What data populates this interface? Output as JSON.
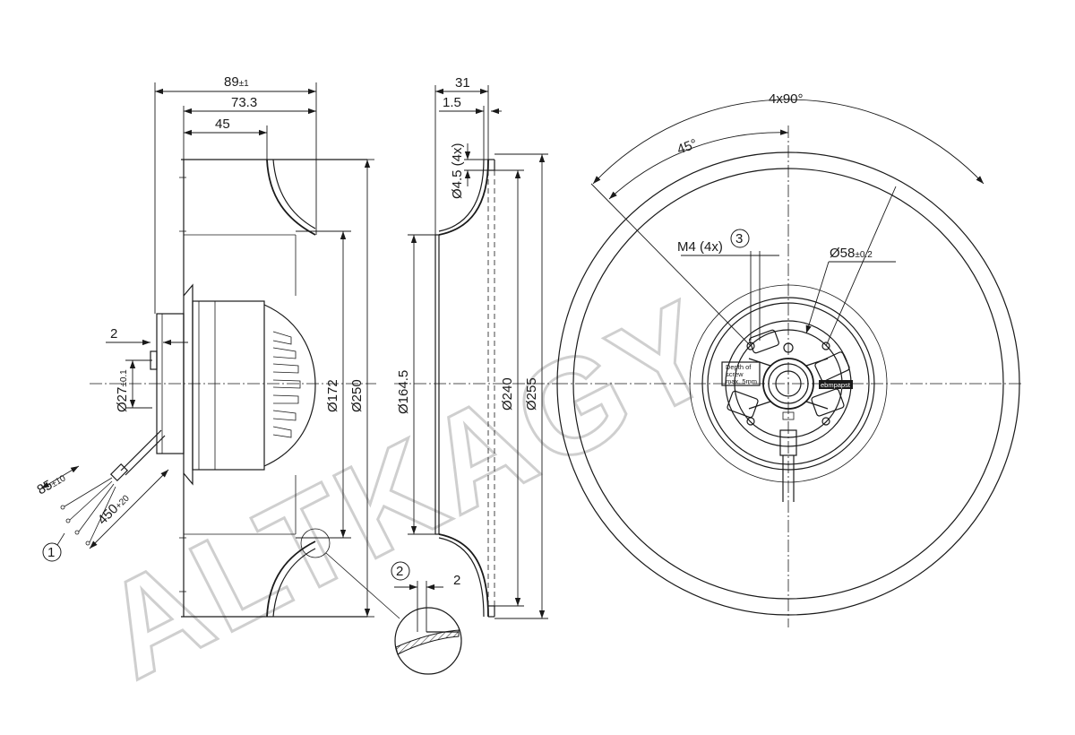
{
  "watermark": "ALTKAGY",
  "side_view": {
    "dims": {
      "overall_depth": "89",
      "overall_depth_tol": "±1",
      "depth_73": "73.3",
      "depth_45": "45",
      "gap_2": "2",
      "dia_27": "Ø27",
      "dia_27_tol": "±0.1",
      "dia_172": "Ø172",
      "dia_250": "Ø250",
      "cable_85": "85",
      "cable_85_tol": "±10",
      "cable_450": "450",
      "cable_450_tol": "+20"
    },
    "callout": "1"
  },
  "section_view": {
    "dims": {
      "width_31": "31",
      "width_15": "1.5",
      "holes": "Ø4.5 (4x)",
      "dia_1645": "Ø164.5",
      "dia_240": "Ø240",
      "dia_255": "Ø255"
    },
    "detail": {
      "callout": "2",
      "dim": "2"
    }
  },
  "front_view": {
    "dims": {
      "pattern": "4x90°",
      "angle": "45°",
      "thread": "M4 (4x)",
      "dia_58": "Ø58",
      "dia_58_tol": "±0.2"
    },
    "callout": "3",
    "label_lines": [
      "Depth of",
      "screw",
      "max. 5mm"
    ],
    "logo": "ebmpapst"
  }
}
